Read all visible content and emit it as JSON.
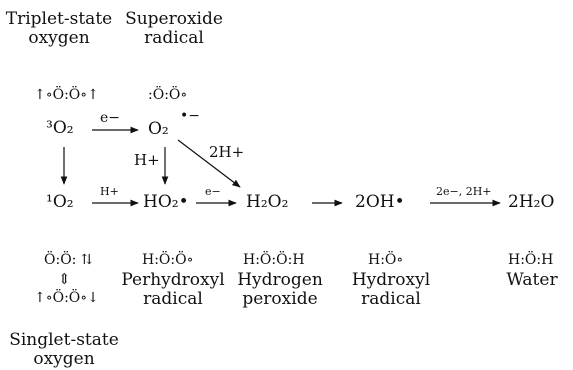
{
  "titles": {
    "triplet_line1": "Triplet-state",
    "triplet_line2": "oxygen",
    "superoxide_line1": "Superoxide",
    "superoxide_line2": "radical",
    "singlet_line1": "Singlet-state",
    "singlet_line2": "oxygen"
  },
  "species": {
    "triplet": "³O₂",
    "superoxide": "O₂",
    "superoxide_charge": "•−",
    "singlet": "¹O₂",
    "perhydroxyl": "HO₂•",
    "hydrogen_peroxide": "H₂O₂",
    "hydroxyl": "2OH•",
    "water": "2H₂O"
  },
  "arrow_labels": {
    "e_minus": "e−",
    "h_plus": "H+",
    "two_h_plus": "2H+",
    "h_plus_small": "H+",
    "e_minus_small": "e−",
    "final": "2e−, 2H+"
  },
  "lewis": {
    "triplet": "↑∘Ö:Ö∘↑",
    "superoxide": ":Ö:Ö∘",
    "singlet_a": "Ö:Ö: ⇅",
    "singlet_b": "↑∘Ö:Ö∘↓",
    "singlet_link": "⇕",
    "perhydroxyl": "H:Ö:Ö∘",
    "hydrogen_peroxide": "H:Ö:Ö:H",
    "hydroxyl": "H:Ö∘",
    "water": "H:Ö:H"
  },
  "names": {
    "perhydroxyl_line1": "Perhydroxyl",
    "perhydroxyl_line2": "radical",
    "hp_line1": "Hydrogen",
    "hp_line2": "peroxide",
    "hydroxyl_line1": "Hydroxyl",
    "hydroxyl_line2": "radical",
    "water": "Water"
  }
}
